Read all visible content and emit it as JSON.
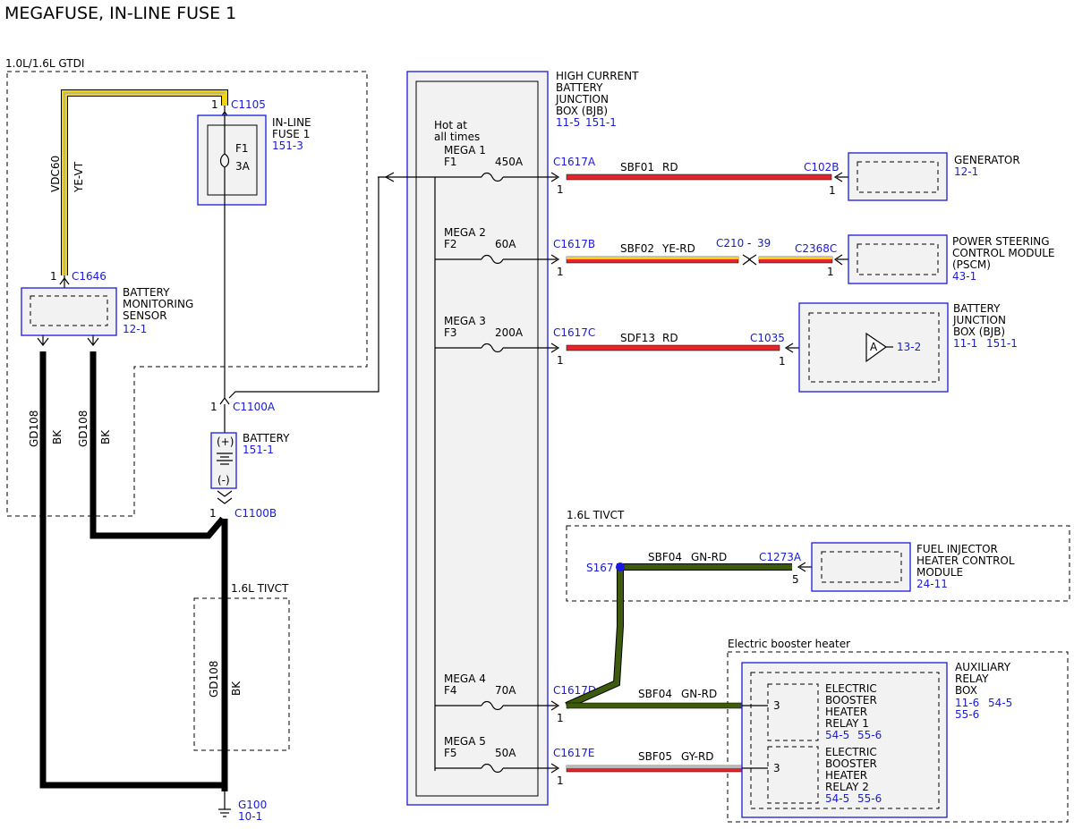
{
  "title": "MEGAFUSE, IN-LINE FUSE 1",
  "regions": {
    "gtdi": "1.0L/1.6L GTDI",
    "tivct_ground": "1.6L TIVCT",
    "tivct_fihcm": "1.6L TIVCT",
    "booster": "Electric booster heater"
  },
  "bjb_high": {
    "name_lines": [
      "HIGH CURRENT",
      "BATTERY",
      "JUNCTION",
      "BOX (BJB)"
    ],
    "refs": [
      "11-5",
      "151-1"
    ],
    "hot_lines": [
      "Hot at",
      "all times"
    ]
  },
  "mega_fuses": [
    {
      "name": "MEGA 1",
      "fuse": "F1",
      "rating": "450A"
    },
    {
      "name": "MEGA 2",
      "fuse": "F2",
      "rating": "60A"
    },
    {
      "name": "MEGA 3",
      "fuse": "F3",
      "rating": "200A"
    },
    {
      "name": "MEGA 4",
      "fuse": "F4",
      "rating": "70A"
    },
    {
      "name": "MEGA 5",
      "fuse": "F5",
      "rating": "50A"
    }
  ],
  "bjb_connectors": [
    {
      "connector": "C1617A",
      "pin": "1"
    },
    {
      "connector": "C1617B",
      "pin": "1"
    },
    {
      "connector": "C1617C",
      "pin": "1"
    },
    {
      "connector": "C1617D",
      "pin": "1"
    },
    {
      "connector": "C1617E",
      "pin": "1"
    }
  ],
  "circuits": [
    {
      "circuit": "SBF01",
      "color": "RD"
    },
    {
      "circuit": "SBF02",
      "color": "YE-RD"
    },
    {
      "circuit": "SDF13",
      "color": "RD"
    },
    {
      "circuit": "SBF04",
      "color": "GN-RD"
    },
    {
      "circuit": "SBF05",
      "color": "GY-RD"
    },
    {
      "circuit": "SBF04",
      "color": "GN-RD"
    }
  ],
  "inline_connector": {
    "c210": "C210",
    "dash": "-",
    "pin": "39"
  },
  "generator": {
    "connector": "C102B",
    "pin": "1",
    "name": "GENERATOR",
    "ref": "12-1"
  },
  "pscm": {
    "connector": "C2368C",
    "pin": "1",
    "name_lines": [
      "POWER STEERING",
      "CONTROL MODULE",
      "(PSCM)"
    ],
    "ref": "43-1"
  },
  "bjb": {
    "connector": "C1035",
    "pin": "1",
    "name_lines": [
      "BATTERY",
      "JUNCTION",
      "BOX (BJB)"
    ],
    "refs": [
      "11-1",
      "151-1"
    ],
    "ref_a": "13-2",
    "triangle": "A"
  },
  "fihcm": {
    "splice": "S167",
    "connector": "C1273A",
    "pin": "5",
    "name_lines": [
      "FUEL INJECTOR",
      "HEATER CONTROL",
      "MODULE"
    ],
    "ref": "24-11"
  },
  "aux_relay_box": {
    "name_lines": [
      "AUXILIARY",
      "RELAY",
      "BOX"
    ],
    "refs_a": [
      "11-6",
      "54-5"
    ],
    "ref_b": "55-6",
    "relay1": {
      "pin": "3",
      "name_lines": [
        "ELECTRIC",
        "BOOSTER",
        "HEATER",
        "RELAY 1"
      ],
      "refs": [
        "54-5",
        "55-6"
      ]
    },
    "relay2": {
      "pin": "3",
      "name_lines": [
        "ELECTRIC",
        "BOOSTER",
        "HEATER",
        "RELAY 2"
      ],
      "refs": [
        "54-5",
        "55-6"
      ]
    }
  },
  "inline_fuse": {
    "top_pin": "1",
    "top_connector": "C1105",
    "name_lines": [
      "IN-LINE",
      "FUSE 1"
    ],
    "ref": "151-3",
    "fuse": "F1",
    "rating": "3A"
  },
  "vdc_wire": {
    "circuit": "VDC60",
    "color": "YE-VT"
  },
  "bms": {
    "pin": "1",
    "connector": "C1646",
    "name_lines": [
      "BATTERY",
      "MONITORING",
      "SENSOR"
    ],
    "ref": "12-1"
  },
  "battery": {
    "top_pin": "1",
    "top_connector": "C1100A",
    "name": "BATTERY",
    "ref": "151-1",
    "plus": "(+)",
    "minus": "(-)",
    "bottom_pin": "1",
    "bottom_connector": "C1100B"
  },
  "ground_wires": [
    {
      "circuit": "GD108",
      "color": "BK"
    },
    {
      "circuit": "GD108",
      "color": "BK"
    },
    {
      "circuit": "GD108",
      "color": "BK"
    }
  ],
  "ground": {
    "name": "G100",
    "ref": "10-1"
  },
  "colors": {
    "connector_label": "#1a1adb",
    "box_border": "#1a1adb",
    "RD": "#e3262b",
    "YE": "#f2d313",
    "GN": "#3e5a0d",
    "GY": "#b8b8b8",
    "BK": "#000000"
  }
}
